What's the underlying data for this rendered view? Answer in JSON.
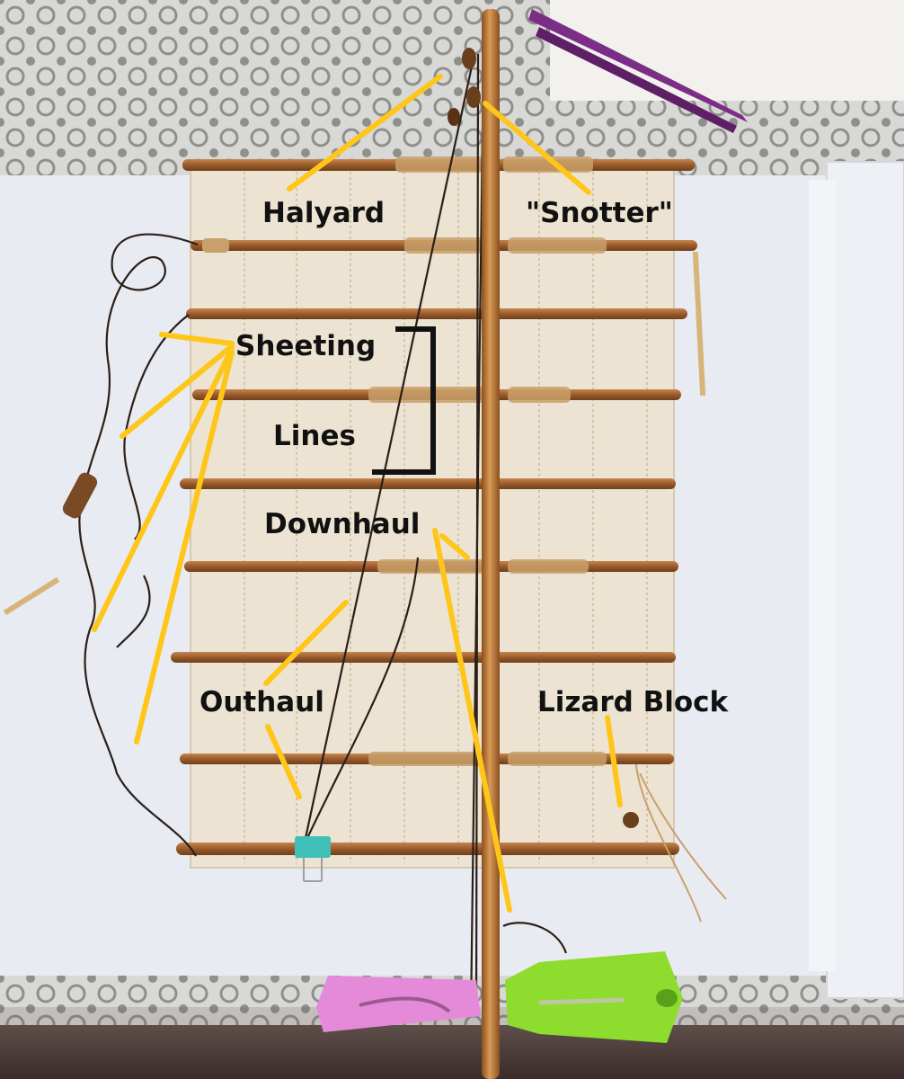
{
  "labels": {
    "halyard": "Halyard",
    "snotter": "\"Snotter\"",
    "sheeting": "Sheeting",
    "lines": "Lines",
    "downhaul": "Downhaul",
    "outhaul": "Outhaul",
    "lizard_block": "Lizard Block"
  },
  "colors": {
    "annotation_yellow": "#ffc61a",
    "bracket": "#111111",
    "canvas": "#ece3d2",
    "bamboo": "#a0622f",
    "mast": "#c07a35",
    "paper": "#e9ebf2",
    "lace": "#cfcfcf",
    "clip_pink": "#e58ad9",
    "clip_green": "#8ddc2e",
    "binder_clip": "#3fbfb8",
    "tweezers": "#7c2e86"
  }
}
